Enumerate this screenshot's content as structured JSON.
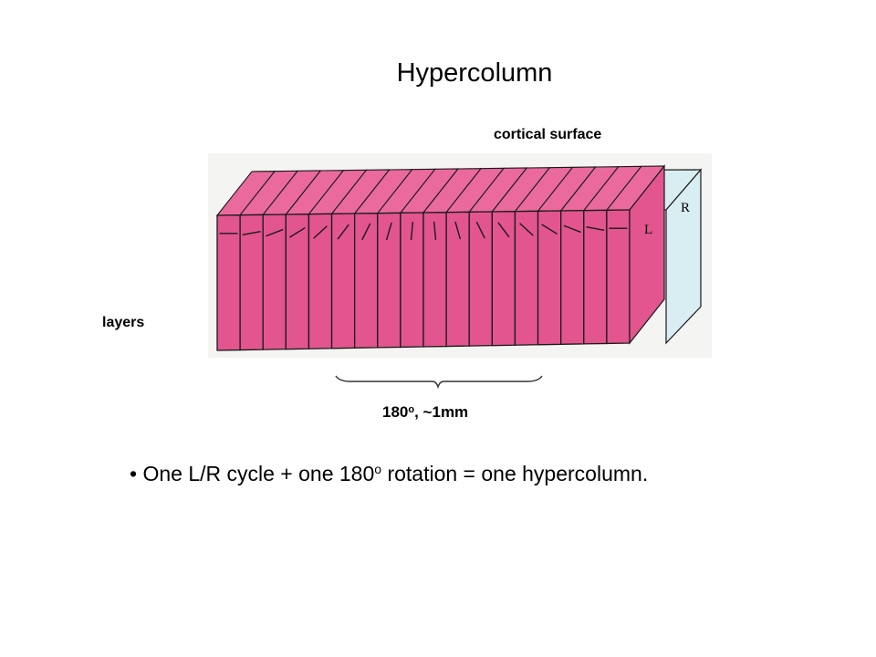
{
  "title": "Hypercolumn",
  "labels": {
    "cortical_surface": "cortical surface",
    "layers": "layers",
    "span_main": "180",
    "span_sup": "o",
    "span_rest": ", ~1mm",
    "left_eye": "L",
    "right_eye": "R"
  },
  "bullet": {
    "marker": "•",
    "text_before": "One L/R cycle + one 180",
    "sup": "o",
    "text_after": " rotation = one hypercolumn."
  },
  "colors": {
    "slab_pink": "#e2558f",
    "slab_pink_top": "#ea6a9e",
    "right_block": "#d8eef3",
    "outline": "#1a1a1a"
  }
}
